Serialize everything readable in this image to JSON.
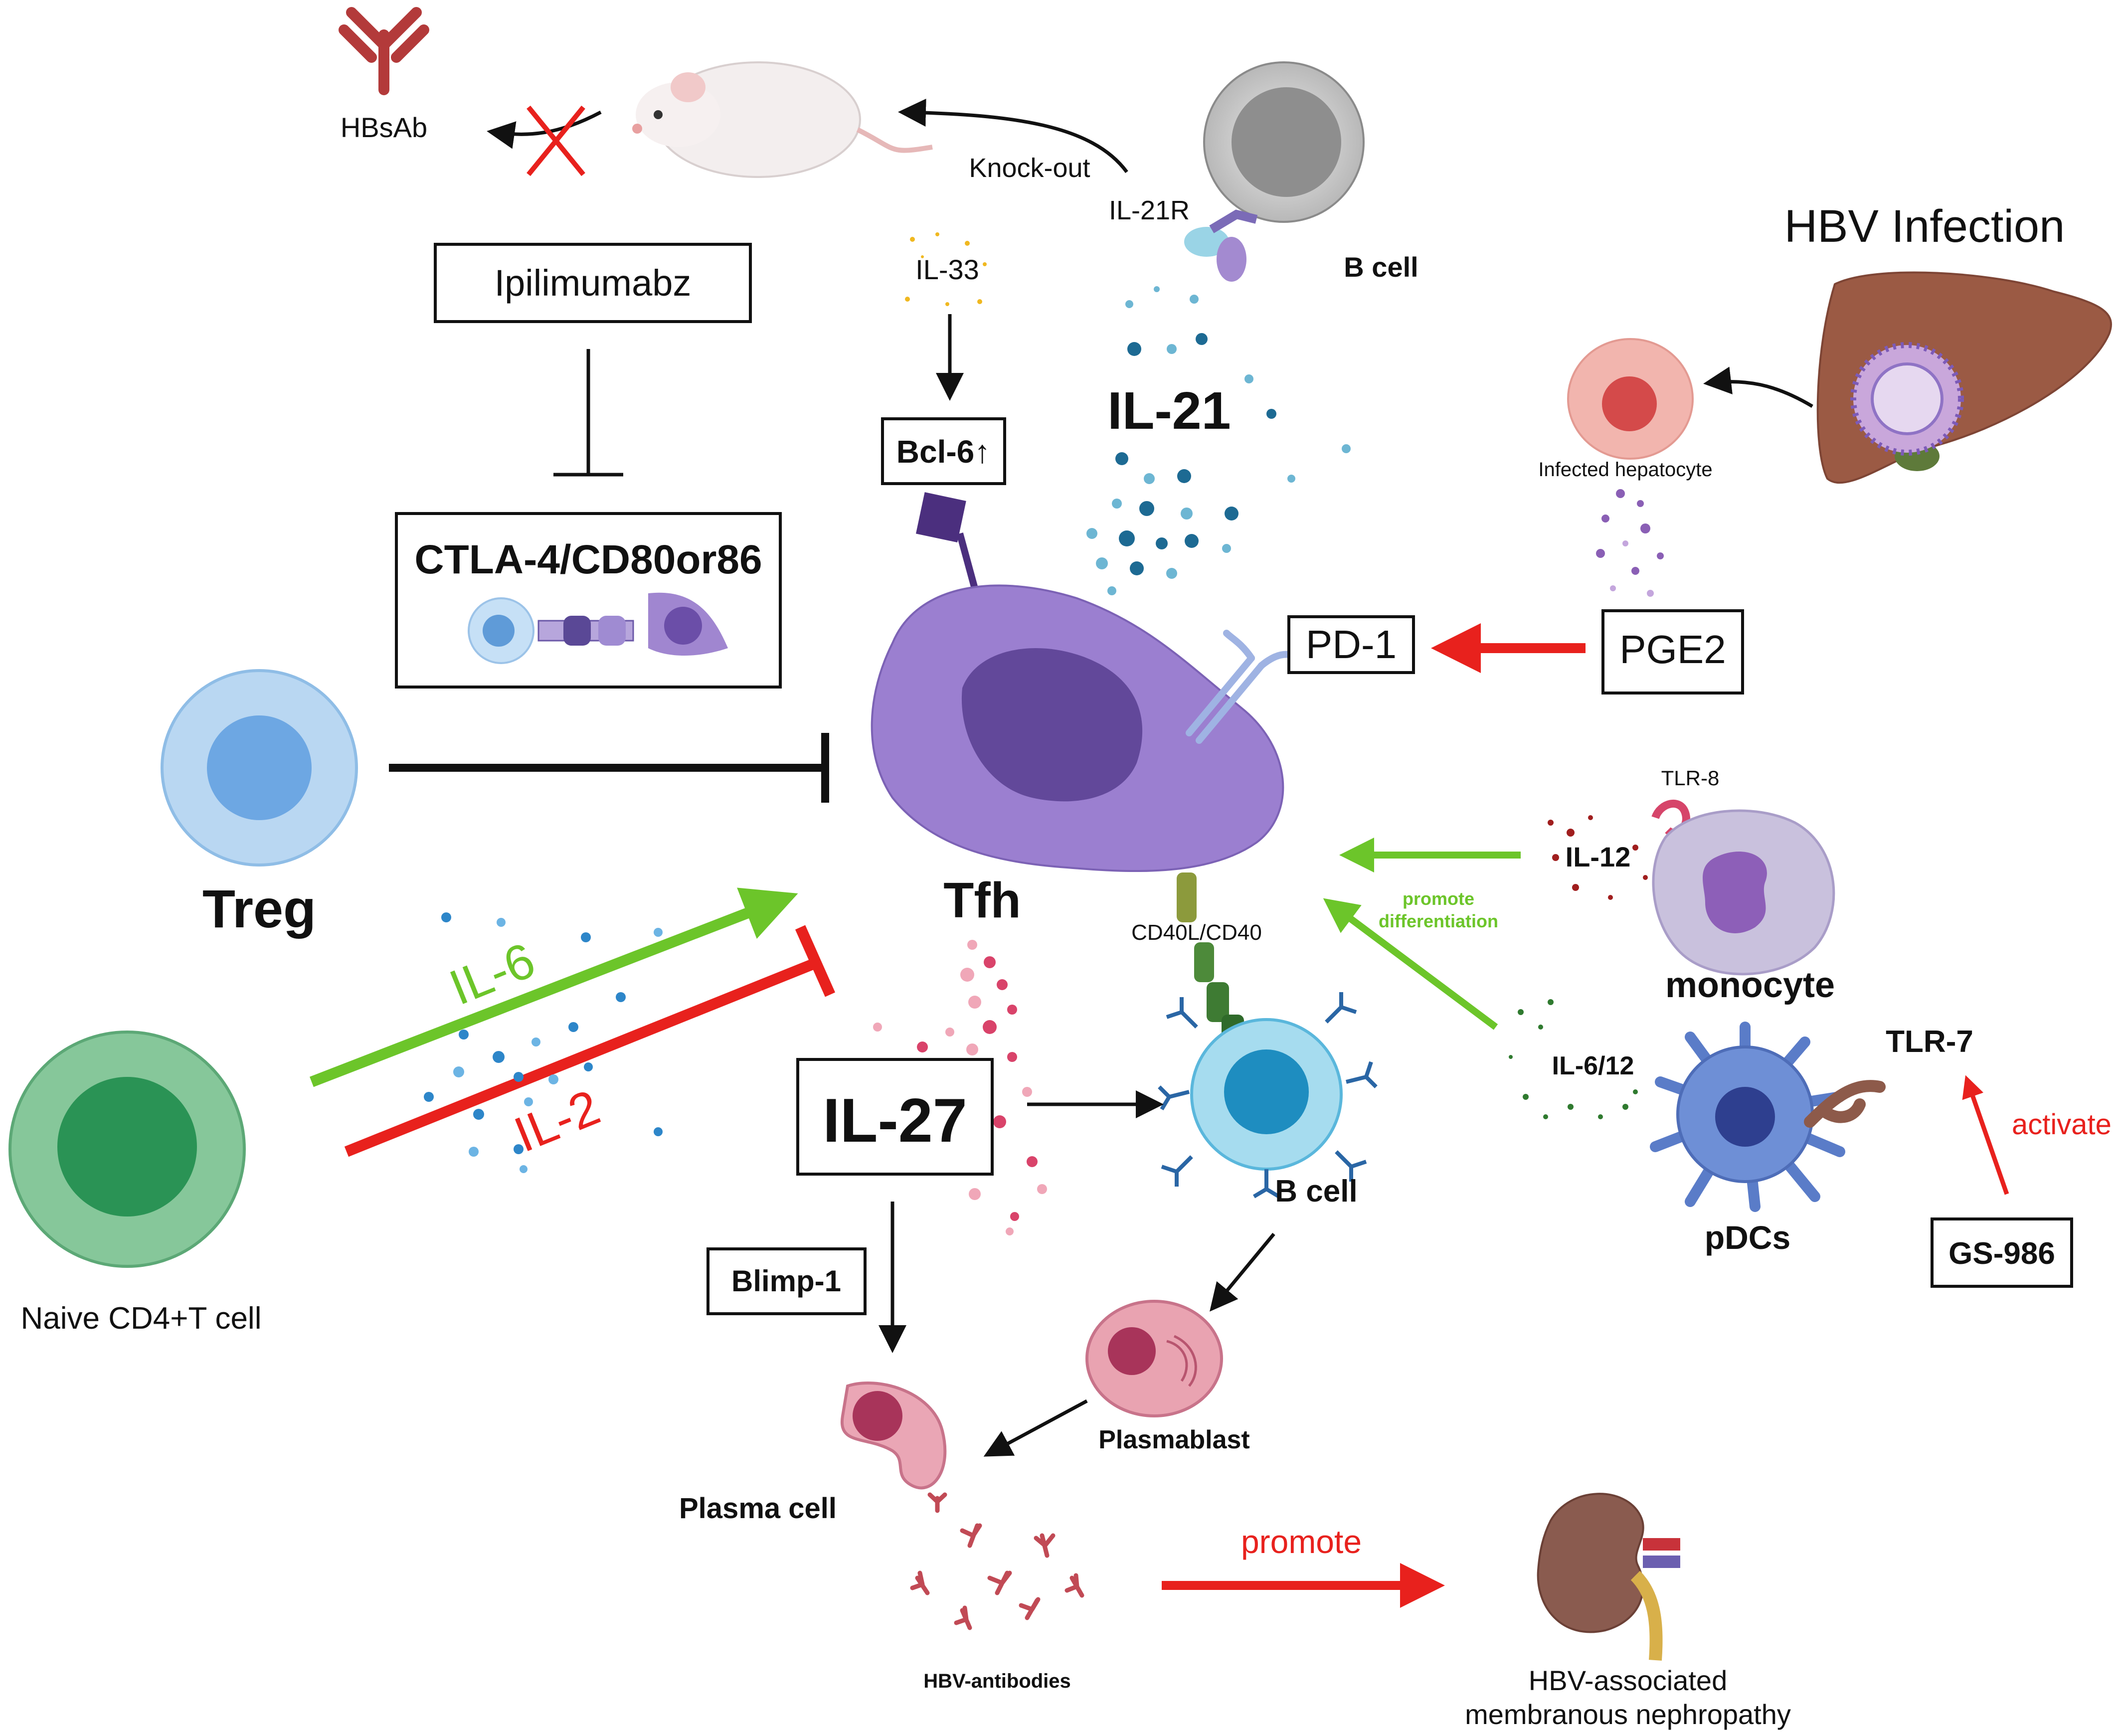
{
  "labels": {
    "hbsab": "HBsAb",
    "knockout": "Knock-out",
    "il21r": "IL-21R",
    "bcell_top": "B cell",
    "hbv_infection": "HBV Infection",
    "infected_hepatocyte": "Infected hepatocyte",
    "ipilimumab": "Ipilimumabz",
    "il33": "IL-33",
    "bcl6": "Bcl-6↑",
    "il21": "IL-21",
    "ctla4": "CTLA-4/CD80or86",
    "pd1": "PD-1",
    "pge2": "PGE2",
    "tlr8": "TLR-8",
    "il12": "IL-12",
    "promote_diff_1": "promote",
    "promote_diff_2": "differentiation",
    "monocyte": "monocyte",
    "treg": "Treg",
    "tfh": "Tfh",
    "cd40": "CD40L/CD40",
    "il6": "IL-6",
    "il2": "IL-2",
    "il612": "IL-6/12",
    "tlr7": "TLR-7",
    "activate": "activate",
    "il27": "IL-27",
    "bcell_mid": "B cell",
    "pdcs": "pDCs",
    "gs986": "GS-986",
    "naive": "Naive CD4+T cell",
    "blimp1": "Blimp-1",
    "plasmablast": "Plasmablast",
    "plasma_cell": "Plasma cell",
    "promote": "promote",
    "hbv_antibodies": "HBV-antibodies",
    "hbv_nephro_1": "HBV-associated",
    "hbv_nephro_2": "membranous nephropathy"
  },
  "colors": {
    "tfh": "#9b7fd0",
    "tfh_nucleus": "#62489a",
    "treg": "#b9d7f2",
    "naive": "#86c79a",
    "bcell_blue": "#3aa6d6",
    "green_arrow": "#6cc52a",
    "red_arrow": "#e8211d",
    "gray_cell": "#bdbdbd"
  }
}
